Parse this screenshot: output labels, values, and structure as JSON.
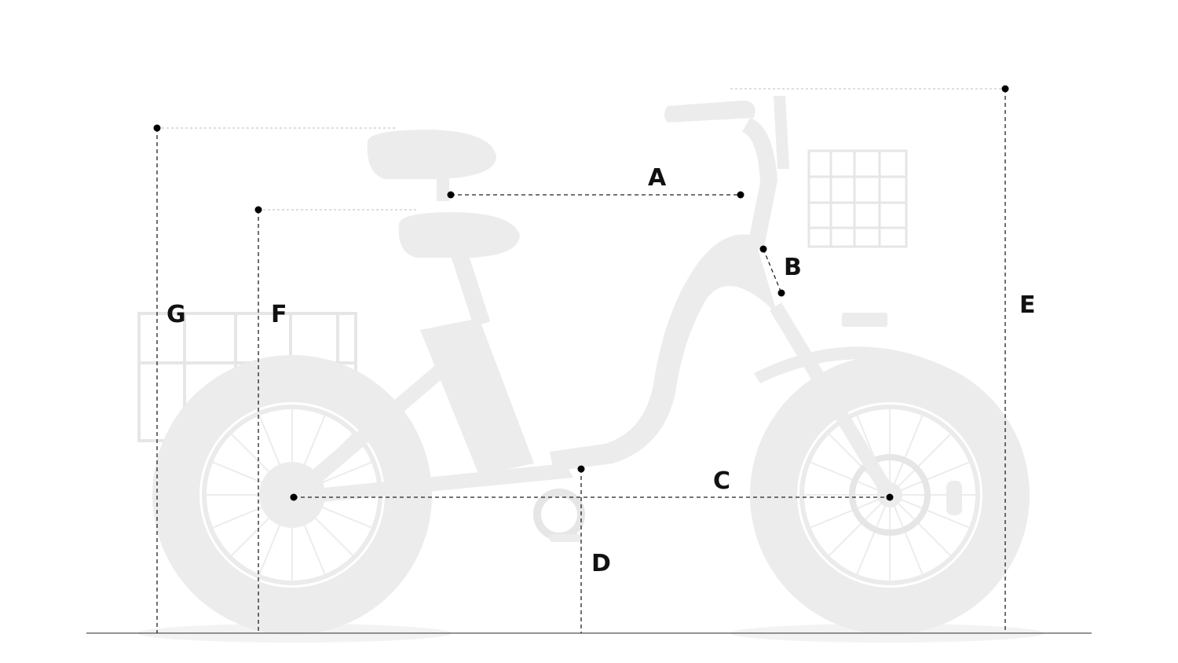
{
  "diagram": {
    "labels": {
      "A": "A",
      "B": "B",
      "C": "C",
      "D": "D",
      "E": "E",
      "F": "F",
      "G": "G"
    },
    "colors": {
      "bike_silhouette": "#ececec",
      "dimension_lines": "#222222",
      "ground": "#555555",
      "label": "#111111"
    }
  }
}
